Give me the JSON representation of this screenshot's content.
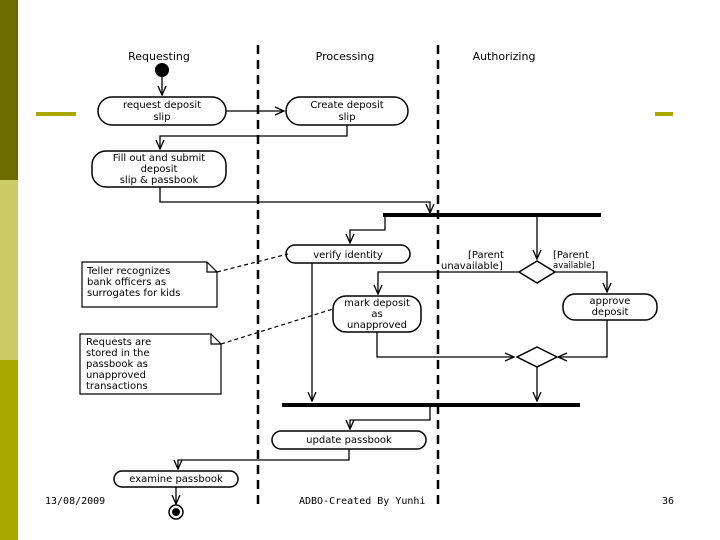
{
  "slide": {
    "accent_colors": {
      "olive_dark": "#6b6b00",
      "olive_light": "#cccc66",
      "bar_olive": "#a8a800"
    }
  },
  "swimlanes": {
    "requesting": "Requesting",
    "processing": "Processing",
    "authorizing": "Authorizing"
  },
  "activities": {
    "request_deposit_slip": [
      "request deposit",
      "slip"
    ],
    "create_deposit_slip": [
      "Create deposit",
      "slip"
    ],
    "fill_out_submit": [
      "Fill out and submit",
      "deposit",
      "slip & passbook"
    ],
    "verify_identity": [
      "verify identity"
    ],
    "mark_deposit_unapproved": [
      "mark deposit",
      "as",
      "unapproved"
    ],
    "approve_deposit": [
      "approve",
      "deposit"
    ],
    "update_passbook": [
      "update passbook"
    ],
    "examine_passbook": [
      "examine passbook"
    ]
  },
  "guards": {
    "parent_unavailable": [
      "[Parent",
      "unavailable]"
    ],
    "parent_available": [
      "[Parent",
      "available]"
    ]
  },
  "notes": {
    "teller": [
      "Teller recognizes",
      "bank officers as",
      "surrogates for kids"
    ],
    "requests": [
      "Requests are",
      "stored in the",
      "passbook as",
      "unapproved",
      "transactions"
    ]
  },
  "footer": {
    "date": "13/08/2009",
    "center": "ADBO-Created By Yunhi",
    "page": "36"
  }
}
